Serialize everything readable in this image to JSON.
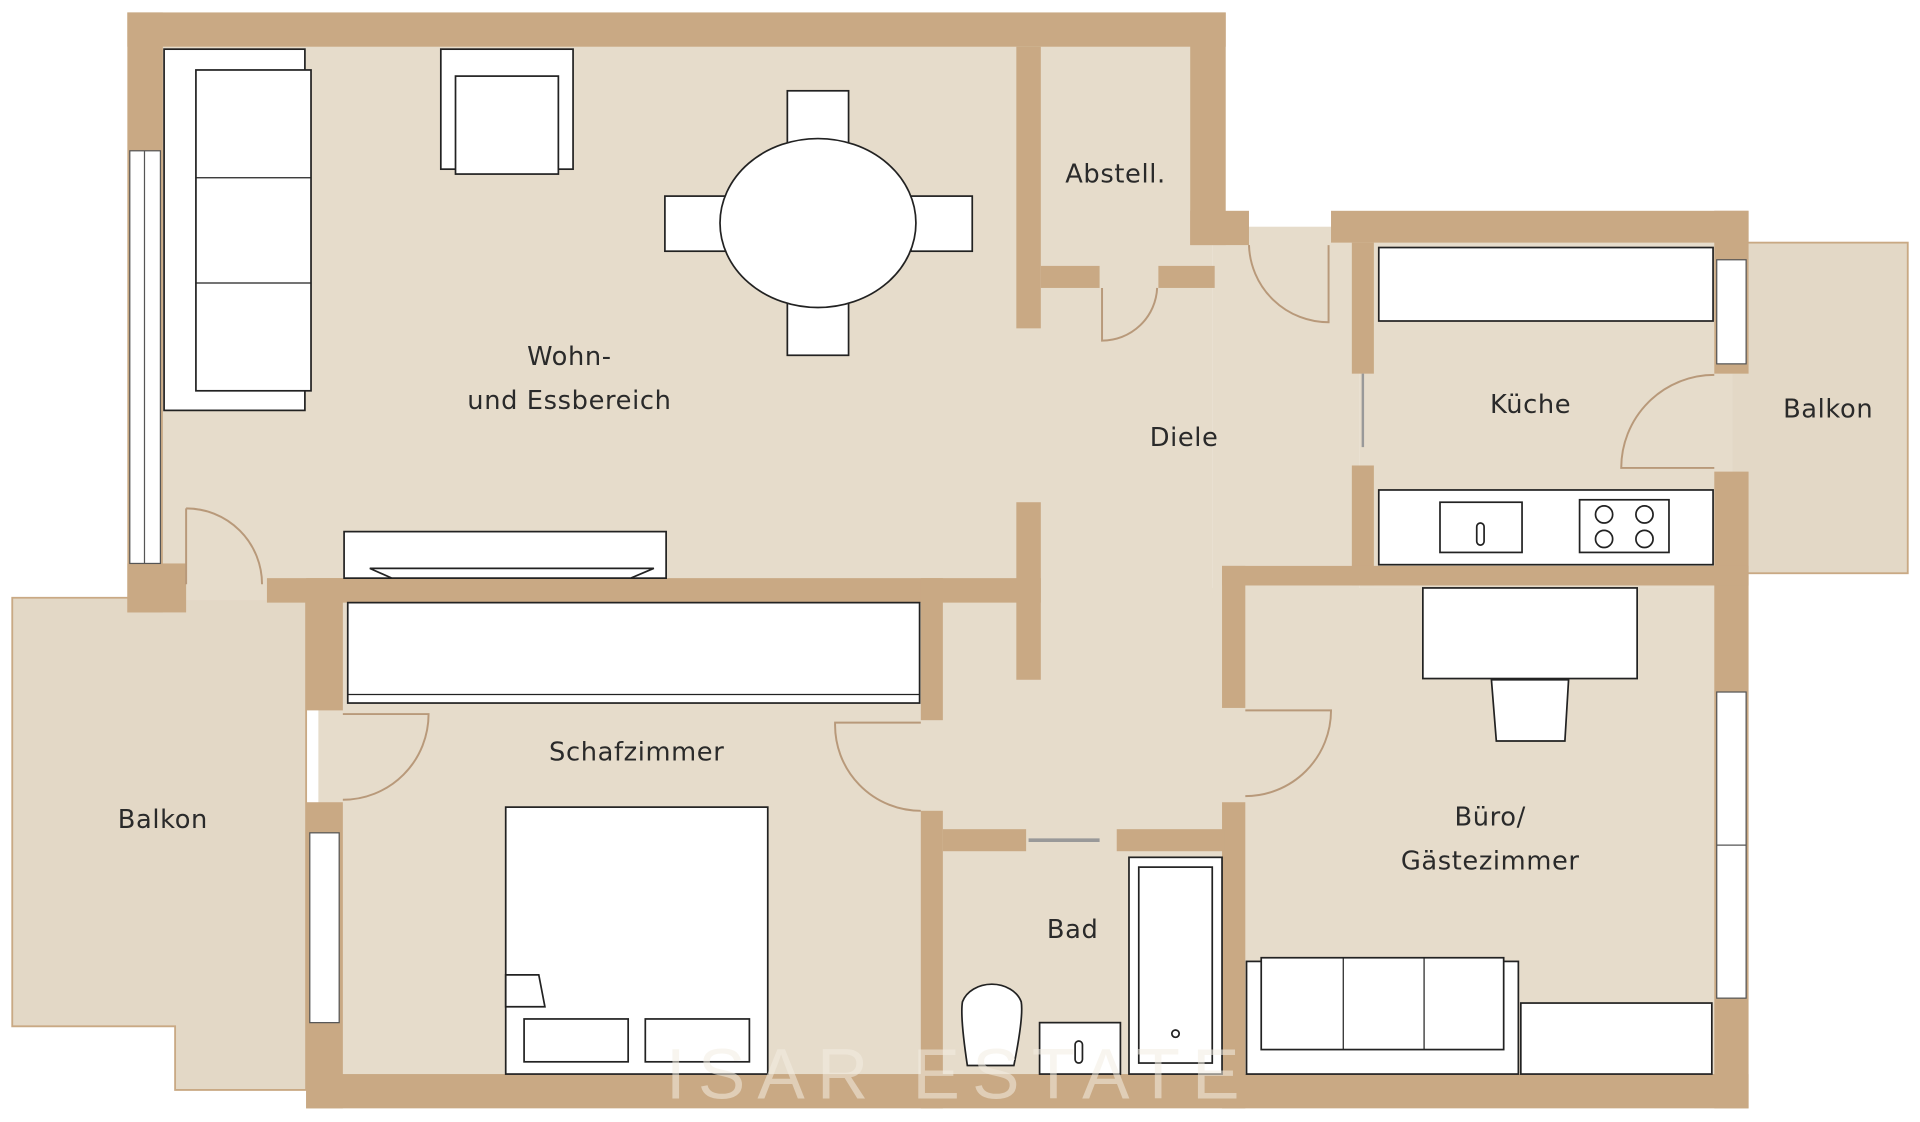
{
  "rooms": {
    "living_line1": "Wohn-",
    "living_line2": "und Essbereich",
    "storage": "Abstell.",
    "hall": "Diele",
    "kitchen": "Küche",
    "balcony_right": "Balkon",
    "balcony_left": "Balkon",
    "bedroom": "Schafzimmer",
    "bath": "Bad",
    "office_line1": "Büro/",
    "office_line2": "Gästezimmer"
  },
  "watermark": "ISAR ESTATE",
  "colors": {
    "wall": "#c9a984",
    "floor": "#e6dccb",
    "balcony": "#e3d8c6",
    "furniture": "#ffffff"
  }
}
